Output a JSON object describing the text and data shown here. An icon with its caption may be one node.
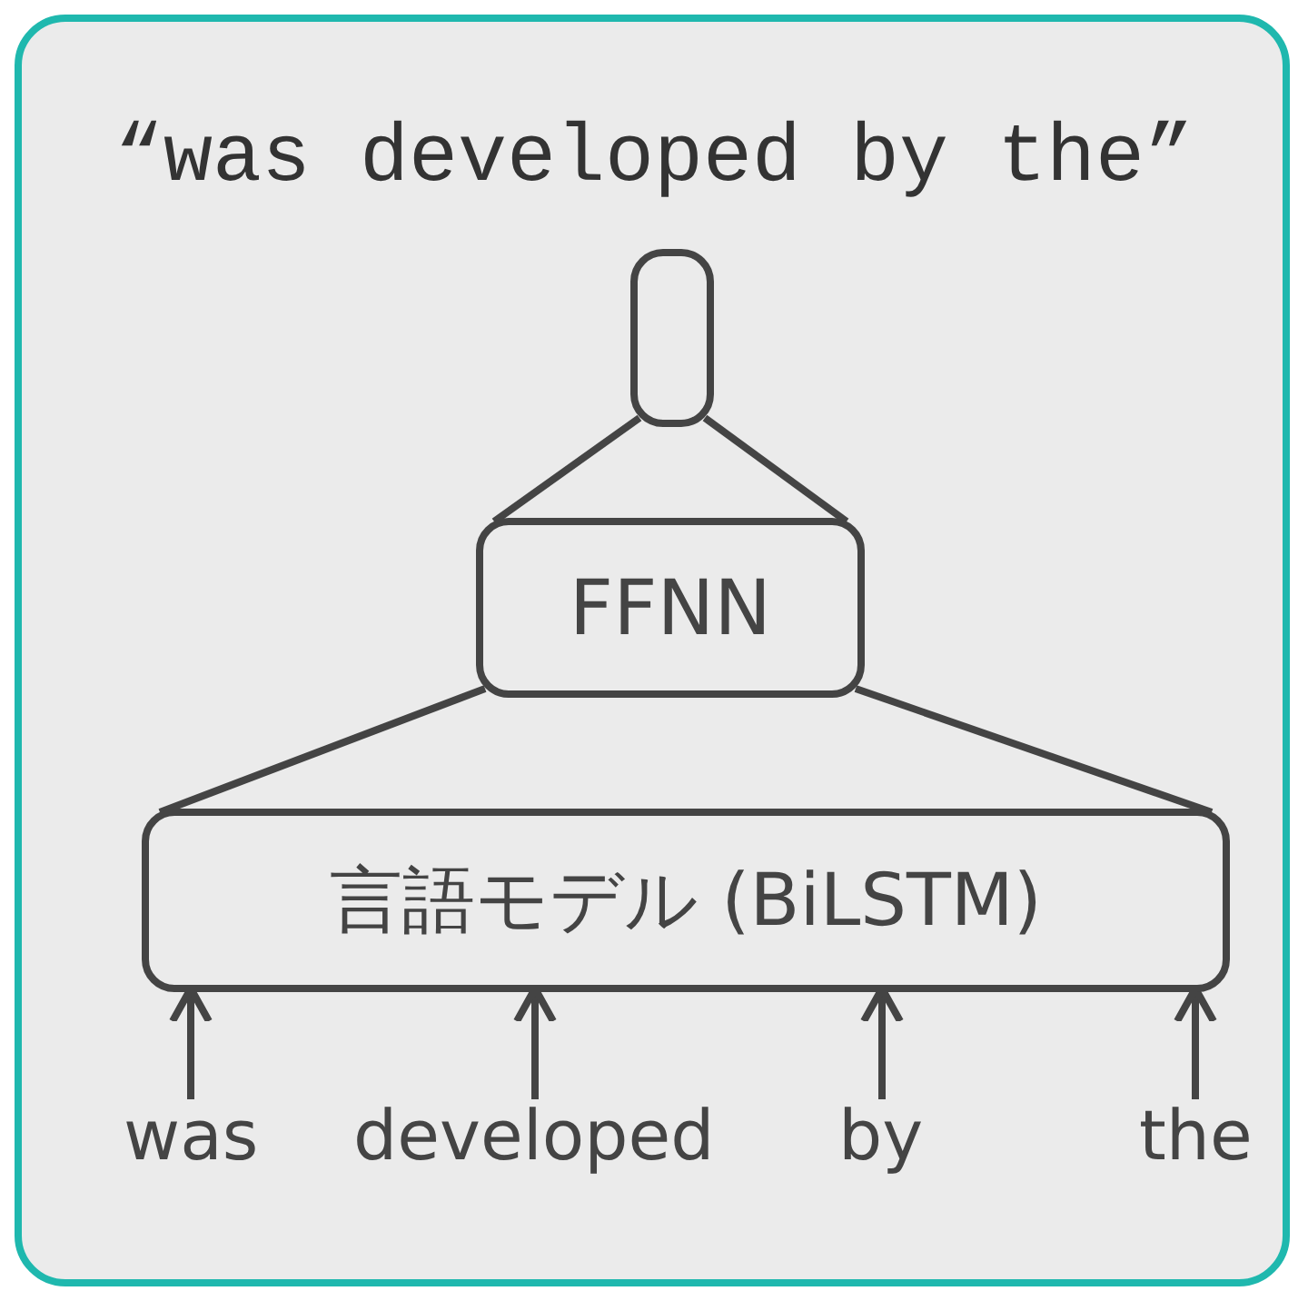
{
  "diagram": {
    "title": "“was developed by the”",
    "nodes": [
      {
        "text": [],
        "shape": "box"
      },
      {
        "text": [
          "FFNN"
        ]
      },
      {
        "text": [
          "言語モデル (BiLSTM)"
        ]
      },
      {
        "text": [
          "was"
        ]
      },
      {
        "text": [
          "developed"
        ]
      },
      {
        "text": [
          "by"
        ]
      },
      {
        "text": [
          "the"
        ]
      }
    ],
    "edges": [
      {
        "from": 1,
        "to": 0,
        "arrow": "none"
      },
      {
        "from": 1,
        "to": 0,
        "arrow": "none"
      },
      {
        "from": 2,
        "to": 1,
        "arrow": "none"
      },
      {
        "from": 2,
        "to": 1,
        "arrow": "none"
      },
      {
        "from": 3,
        "to": 2,
        "arrow": "to"
      },
      {
        "from": 4,
        "to": 2,
        "arrow": "to"
      },
      {
        "from": 5,
        "to": 2,
        "arrow": "to"
      },
      {
        "from": 6,
        "to": 2,
        "arrow": "to"
      }
    ]
  }
}
